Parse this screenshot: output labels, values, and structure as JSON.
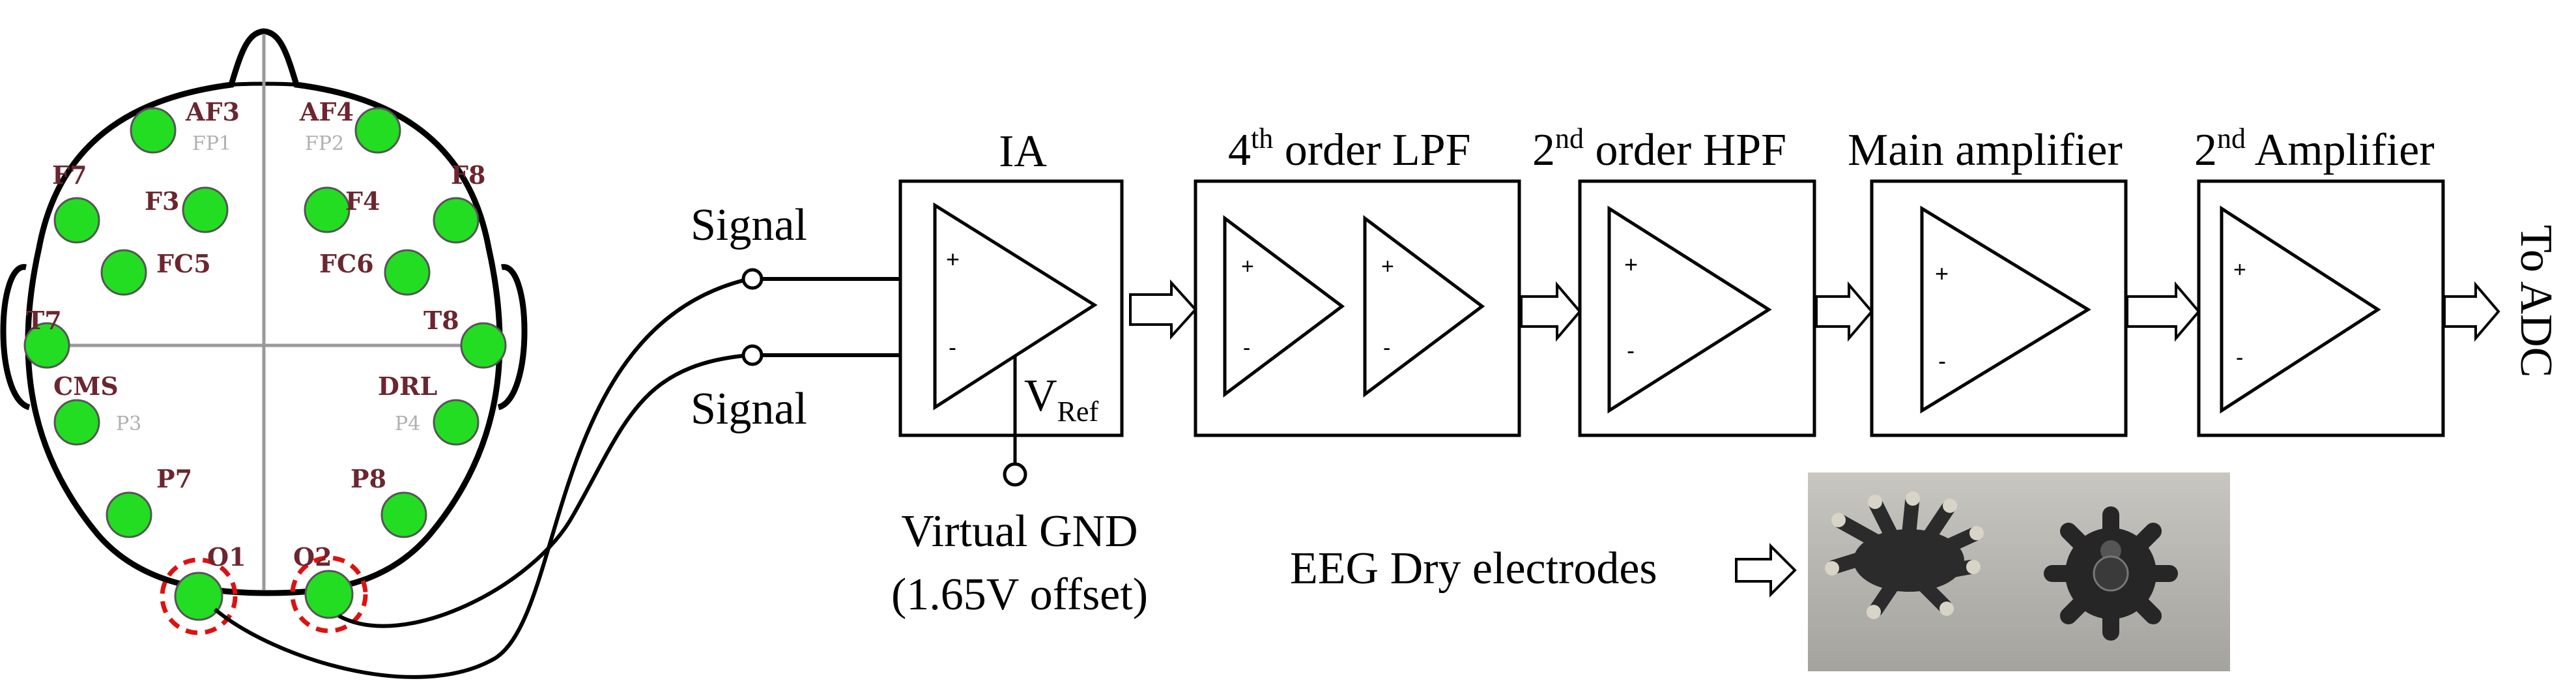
{
  "head_map": {
    "electrodes": [
      {
        "id": "AF3",
        "label": "AF3",
        "sub": "FP1"
      },
      {
        "id": "AF4",
        "label": "AF4",
        "sub": "FP2"
      },
      {
        "id": "F7",
        "label": "F7",
        "sub": ""
      },
      {
        "id": "F8",
        "label": "F8",
        "sub": ""
      },
      {
        "id": "F3",
        "label": "F3",
        "sub": ""
      },
      {
        "id": "F4",
        "label": "F4",
        "sub": ""
      },
      {
        "id": "FC5",
        "label": "FC5",
        "sub": ""
      },
      {
        "id": "FC6",
        "label": "FC6",
        "sub": ""
      },
      {
        "id": "T7",
        "label": "T7",
        "sub": ""
      },
      {
        "id": "T8",
        "label": "T8",
        "sub": ""
      },
      {
        "id": "CMS",
        "label": "CMS",
        "sub": "P3"
      },
      {
        "id": "DRL",
        "label": "DRL",
        "sub": "P4"
      },
      {
        "id": "P7",
        "label": "P7",
        "sub": ""
      },
      {
        "id": "P8",
        "label": "P8",
        "sub": ""
      },
      {
        "id": "O1",
        "label": "O1",
        "sub": ""
      },
      {
        "id": "O2",
        "label": "O2",
        "sub": ""
      }
    ],
    "electrode_color": "#22dd22",
    "highlight_color": "#dd1111",
    "label_color": "#6b2630"
  },
  "inputs": {
    "signal_top": "Signal",
    "signal_bottom": "Signal"
  },
  "stages": [
    {
      "id": "ia",
      "title": "IA",
      "sup": "",
      "rest": ""
    },
    {
      "id": "lpf",
      "title": "4",
      "sup": "th",
      "rest": " order LPF"
    },
    {
      "id": "hpf",
      "title": "2",
      "sup": "nd",
      "rest": " order HPF"
    },
    {
      "id": "main",
      "title": "Main amplifier",
      "sup": "",
      "rest": ""
    },
    {
      "id": "amp2",
      "title": "2",
      "sup": "nd",
      "rest": " Amplifier"
    }
  ],
  "vref": {
    "main": "V",
    "sub": "Ref"
  },
  "virtual_gnd": {
    "line1": "Virtual GND",
    "line2": "(1.65V offset)"
  },
  "output": "To ADC",
  "opamp": {
    "plus": "+",
    "minus": "-"
  },
  "photo": {
    "caption": "EEG Dry electrodes"
  }
}
